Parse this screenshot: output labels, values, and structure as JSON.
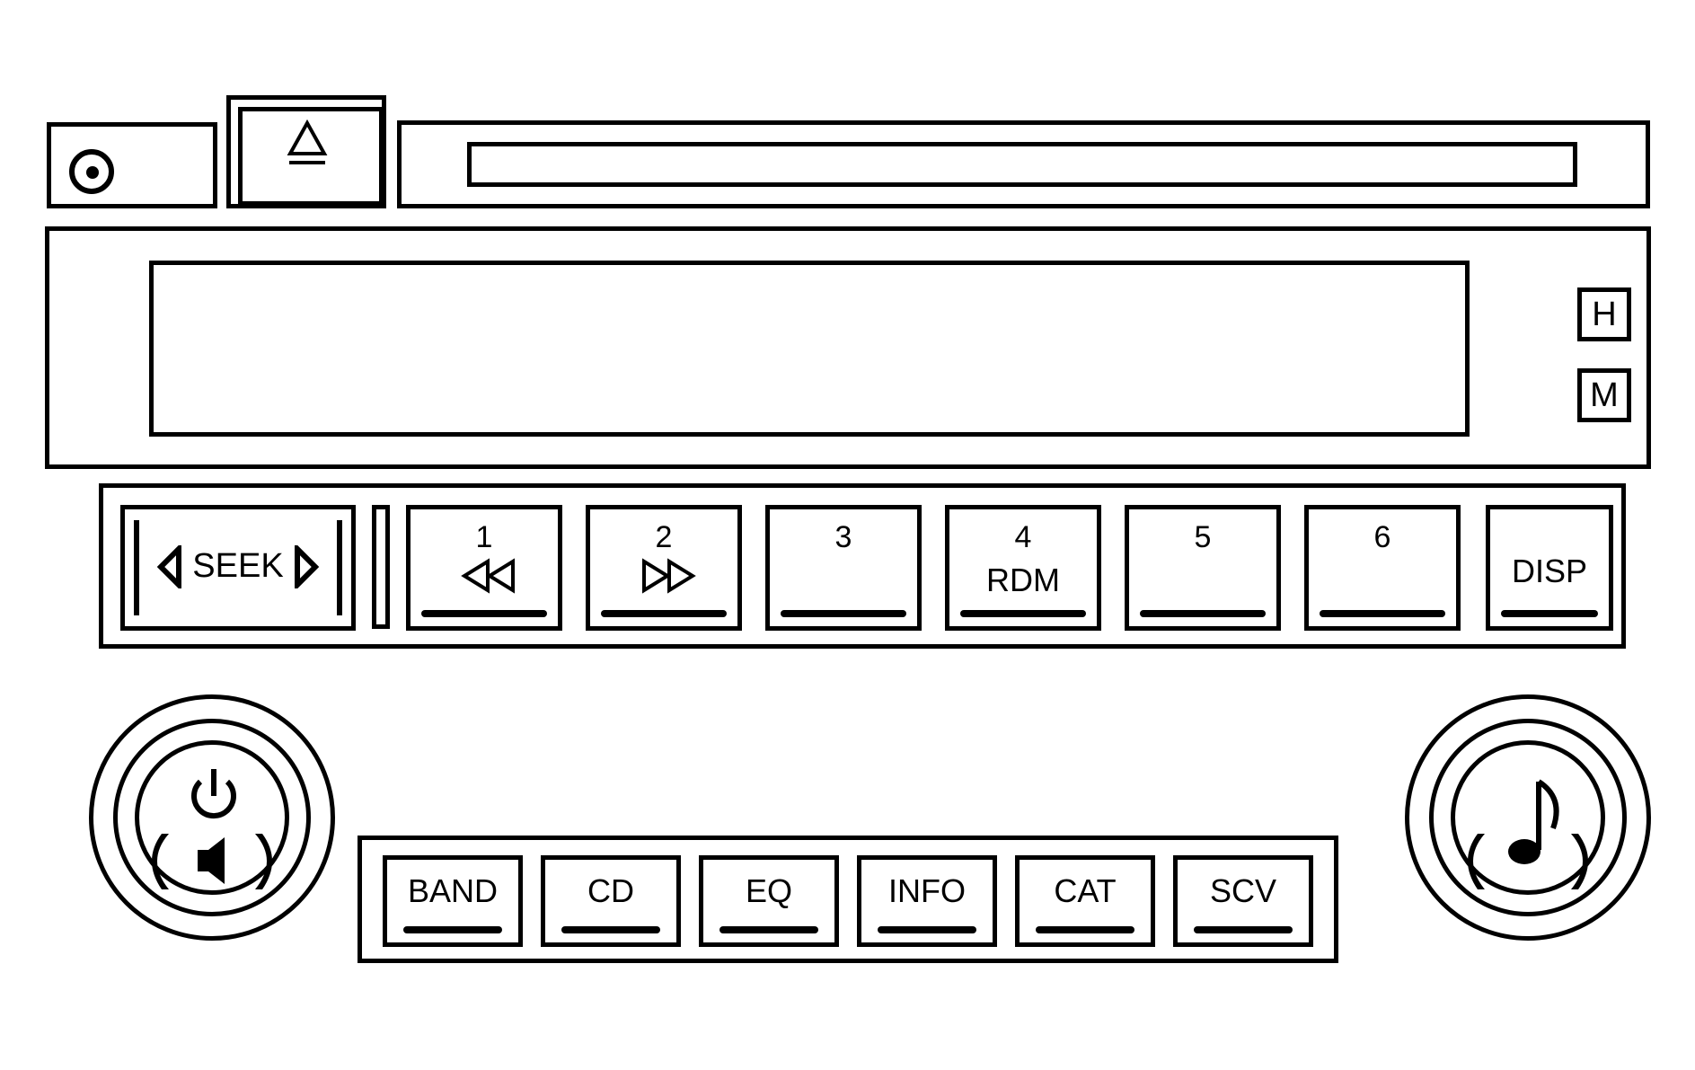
{
  "cd_player": {
    "aux_jack_icon": "aux-jack-icon",
    "eject_icon": "eject-icon"
  },
  "display": {
    "indicator_h": "H",
    "indicator_m": "M"
  },
  "seek": {
    "label": "SEEK",
    "left_icon": "triangle-left-icon",
    "right_icon": "triangle-right-icon"
  },
  "presets": [
    {
      "number": "1",
      "symbol": "◁◁",
      "sub": ""
    },
    {
      "number": "2",
      "symbol": "▷▷",
      "sub": ""
    },
    {
      "number": "3",
      "symbol": "",
      "sub": ""
    },
    {
      "number": "4",
      "symbol": "",
      "sub": "RDM"
    },
    {
      "number": "5",
      "symbol": "",
      "sub": ""
    },
    {
      "number": "6",
      "symbol": "",
      "sub": ""
    }
  ],
  "disp_label": "DISP",
  "source_buttons": [
    "BAND",
    "CD",
    "EQ",
    "INFO",
    "CAT",
    "SCV"
  ],
  "knobs": {
    "left_icons": [
      "power-icon",
      "speaker-icon"
    ],
    "right_icon": "music-note-icon"
  }
}
